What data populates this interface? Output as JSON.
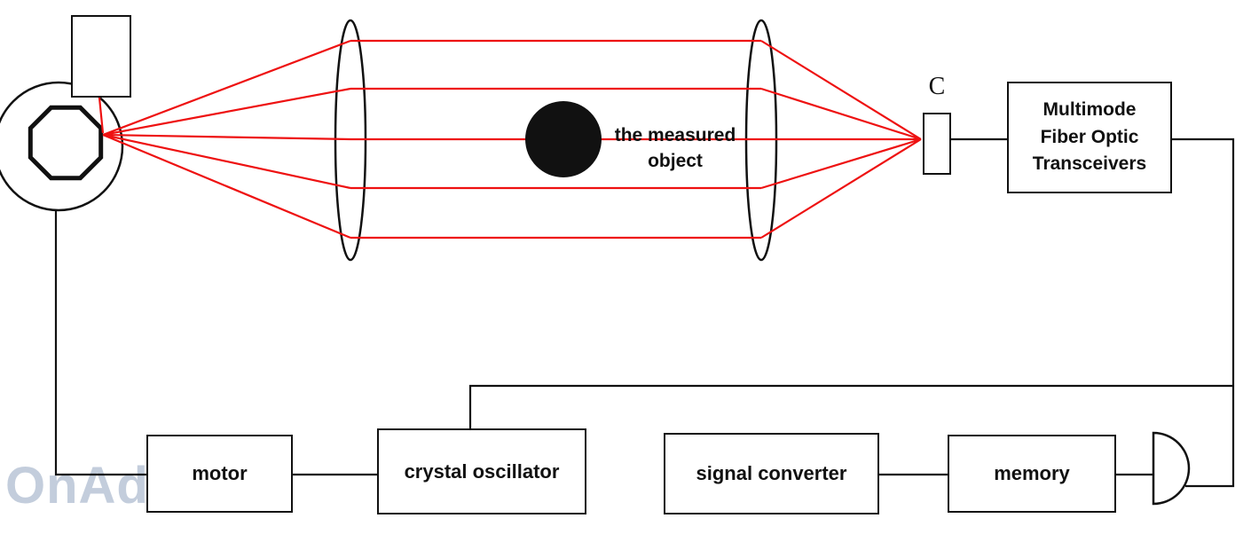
{
  "colors": {
    "laser_ray": "#ee1111",
    "line_stroke": "#111111",
    "watermark": "#b9c5d6"
  },
  "labels": {
    "measured_object": "the measured object",
    "c_label": "C",
    "transceiver_lines": [
      "Multimode",
      "Fiber Optic",
      "Transceivers"
    ],
    "motor": "motor",
    "crystal_oscillator": "crystal oscillator",
    "signal_converter": "signal converter",
    "memory": "memory"
  },
  "watermark": {
    "text": "OnAds",
    "mark": "®",
    "arrow": "»"
  }
}
